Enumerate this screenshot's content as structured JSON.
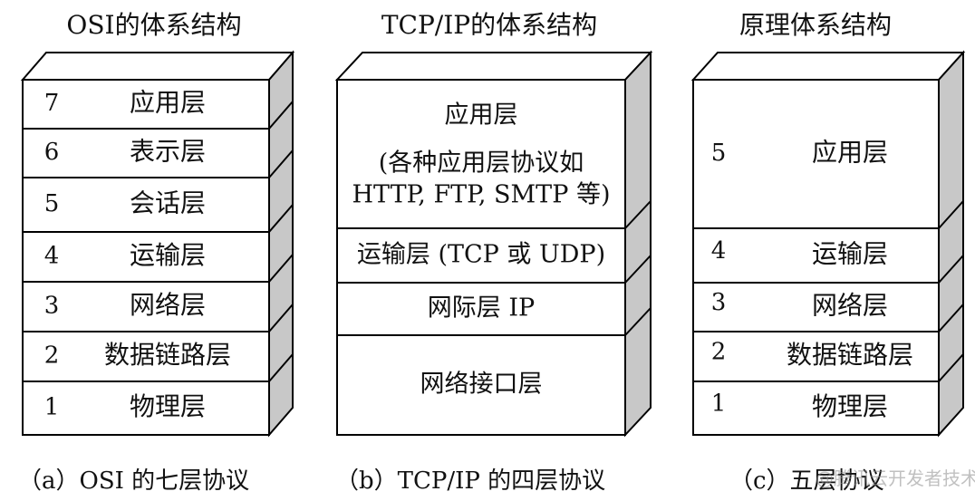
{
  "titles": {
    "osi": "OSI的体系结构",
    "tcpip": "TCP/IP的体系结构",
    "principle": "原理体系结构"
  },
  "captions": {
    "osi": "（a）OSI 的七层协议",
    "tcpip": "（b）TCP/IP 的四层协议",
    "principle": "（c）五层协议"
  },
  "osi_layers": [
    {
      "num": "7",
      "name": "应用层"
    },
    {
      "num": "6",
      "name": "表示层"
    },
    {
      "num": "5",
      "name": "会话层"
    },
    {
      "num": "4",
      "name": "运输层"
    },
    {
      "num": "3",
      "name": "网络层"
    },
    {
      "num": "2",
      "name": "数据链路层"
    },
    {
      "num": "1",
      "name": "物理层"
    }
  ],
  "tcpip_layers": [
    {
      "lines": [
        "应用层",
        "(各种应用层协议如",
        "HTTP, FTP, SMTP 等)"
      ]
    },
    {
      "lines": [
        "运输层 (TCP 或 UDP)"
      ]
    },
    {
      "lines": [
        "网际层 IP"
      ]
    },
    {
      "lines": [
        "网络接口层"
      ]
    }
  ],
  "principle_layers": [
    {
      "num": "5",
      "name": "应用层"
    },
    {
      "num": "4",
      "name": "运输层"
    },
    {
      "num": "3",
      "name": "网络层"
    },
    {
      "num": "2",
      "name": "数据链路层"
    },
    {
      "num": "1",
      "name": "物理层"
    }
  ],
  "watermark": "@腾讯云开发者技术社区",
  "colors": {
    "side": "#c8c8c8",
    "top": "#ffffff",
    "front": "#ffffff",
    "stroke": "#000000"
  }
}
